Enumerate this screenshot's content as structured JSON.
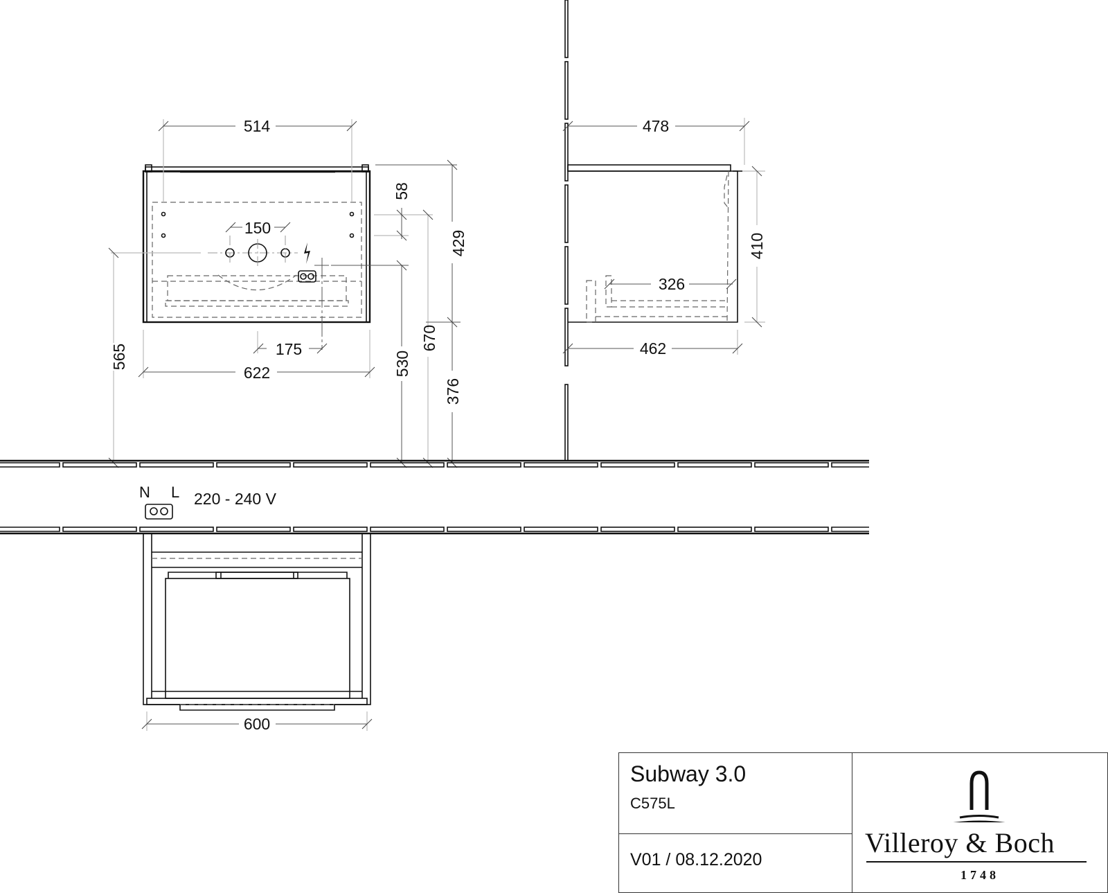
{
  "drawing": {
    "front_view": {
      "dimensions": {
        "top_width": "514",
        "tap_spacing": "150",
        "socket_offset": "175",
        "overall_width": "622",
        "rail_offset": "58",
        "height_to_top": "429",
        "height_565": "565",
        "height_530": "530",
        "height_670": "670",
        "height_376": "376"
      }
    },
    "side_view": {
      "dimensions": {
        "top_depth": "478",
        "inner_depth": "326",
        "bottom_depth": "462",
        "body_height": "410"
      }
    },
    "electrical": {
      "neutral_label": "N",
      "live_label": "L",
      "voltage": "220 - 240 V"
    },
    "top_view": {
      "dimensions": {
        "width": "600"
      }
    }
  },
  "title_block": {
    "product_name": "Subway 3.0",
    "product_code": "C575L",
    "version": "V01 / 08.12.2020",
    "brand": "Villeroy & Boch",
    "brand_year": "1748"
  }
}
